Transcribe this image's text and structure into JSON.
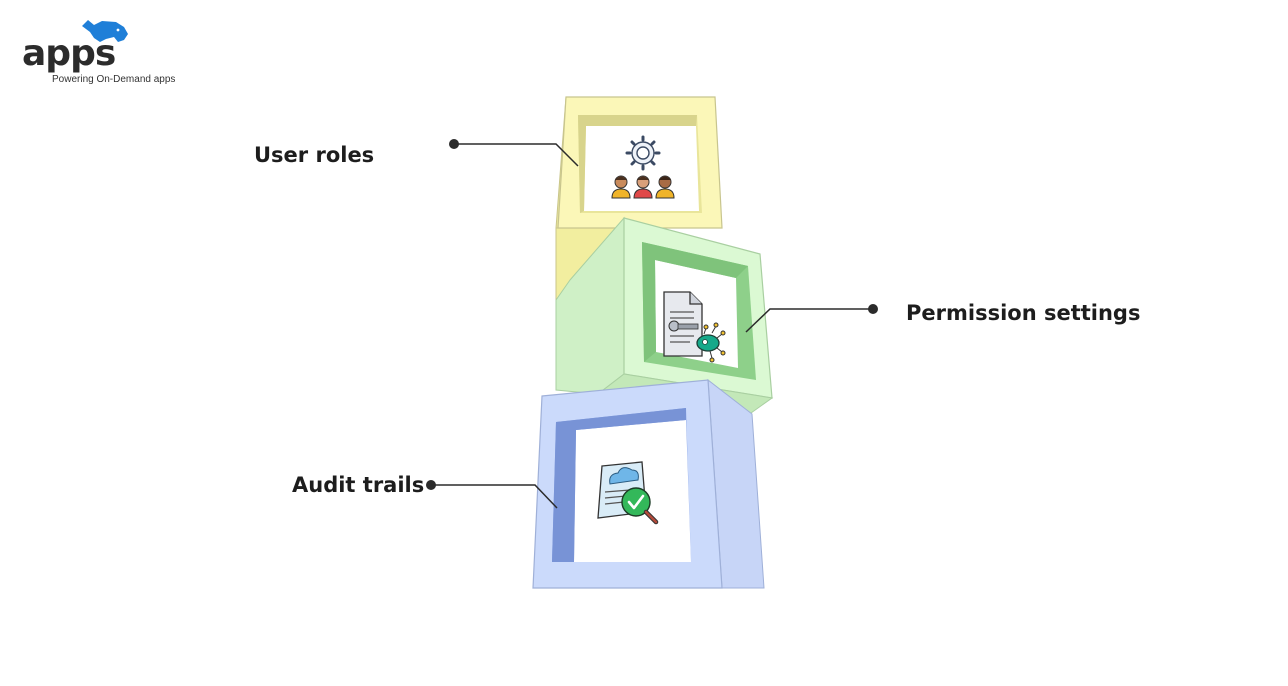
{
  "logo": {
    "word": "apps",
    "tagline": "Powering On-Demand apps",
    "mark_color": "#1f7fd8"
  },
  "blocks": [
    {
      "label": "User roles",
      "icon": "users-settings-icon",
      "color": "#fbf7b8"
    },
    {
      "label": "Permission settings",
      "icon": "document-key-icon",
      "color": "#d6f7cf"
    },
    {
      "label": "Audit trails",
      "icon": "cloud-document-check-icon",
      "color": "#c9d8fa"
    }
  ]
}
